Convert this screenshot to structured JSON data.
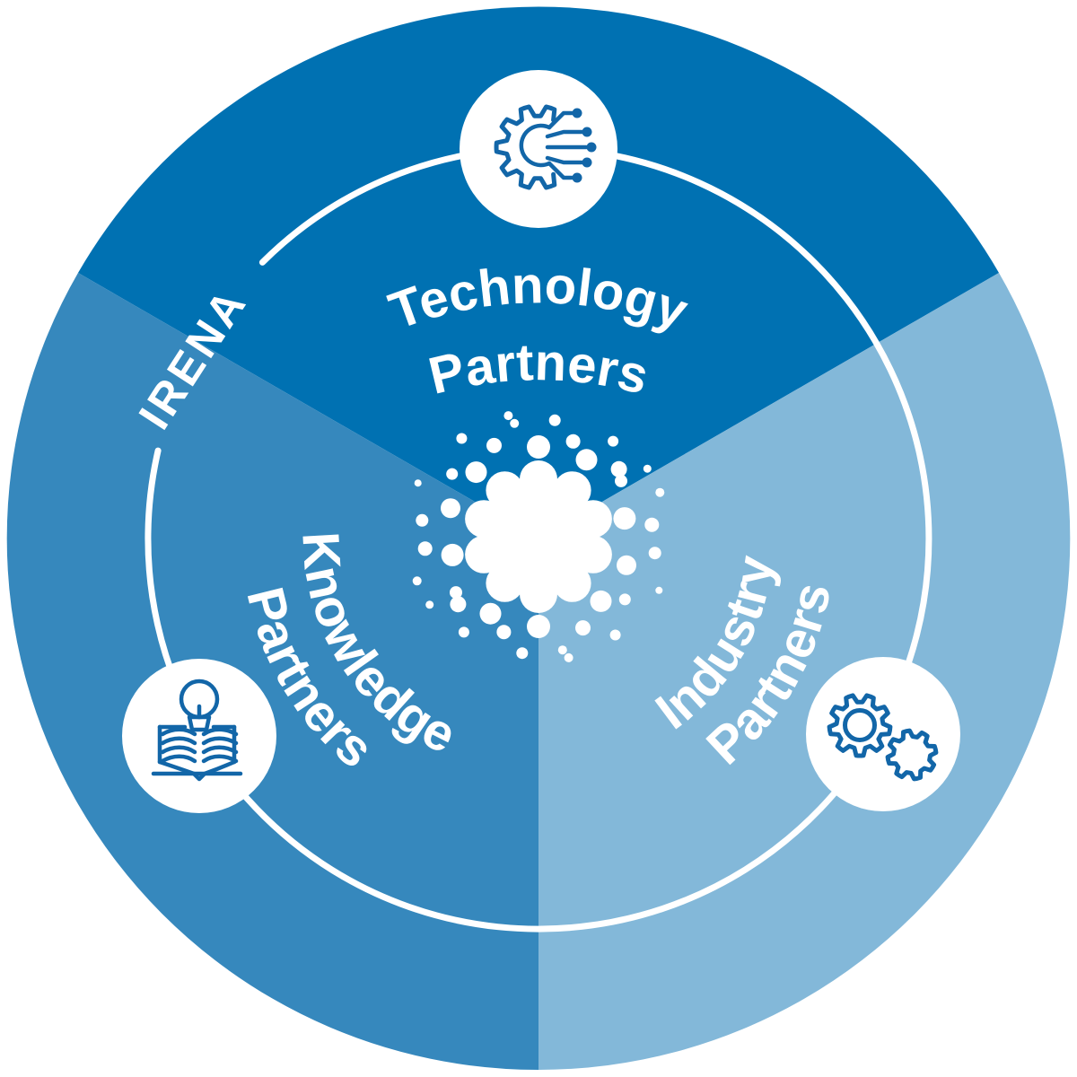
{
  "diagram": {
    "org_label": "IRENA",
    "sectors": [
      {
        "name": "technology",
        "label": [
          "Technology",
          "Partners"
        ],
        "color": "#0071B2",
        "icon": "chip-circuit-gear-icon"
      },
      {
        "name": "industry",
        "label": [
          "Industry",
          "Partners"
        ],
        "color": "#83B8D9",
        "icon": "double-gears-icon"
      },
      {
        "name": "knowledge",
        "label": [
          "Knowledge",
          "Partners"
        ],
        "color": "#3688BD",
        "icon": "book-lightbulb-icon"
      }
    ],
    "colors": {
      "technology": "#0071B2",
      "industry": "#83B8D9",
      "knowledge": "#3688BD",
      "icon_stroke": "#1266A8",
      "icon_bg": "#FFFFFF",
      "ring": "#FFFFFF",
      "text": "#FFFFFF",
      "background": "#FFFFFF"
    }
  }
}
